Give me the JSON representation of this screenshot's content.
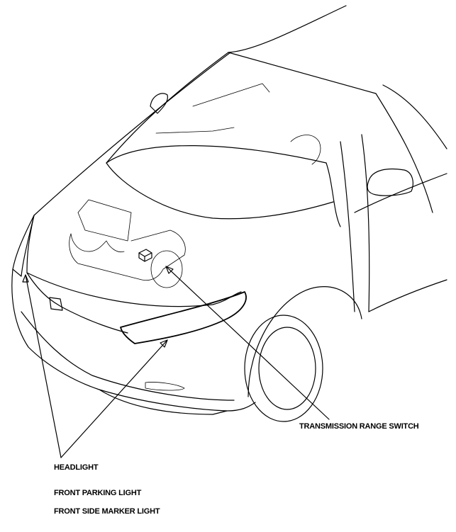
{
  "labels": {
    "transmission_range_switch": "TRANSMISSION RANGE SWITCH",
    "headlight": "HEADLIGHT",
    "front_parking_light": "FRONT PARKING LIGHT",
    "front_side_marker_light": "FRONT SIDE MARKER LIGHT"
  },
  "colors": {
    "line": "#000000",
    "background": "#ffffff"
  }
}
